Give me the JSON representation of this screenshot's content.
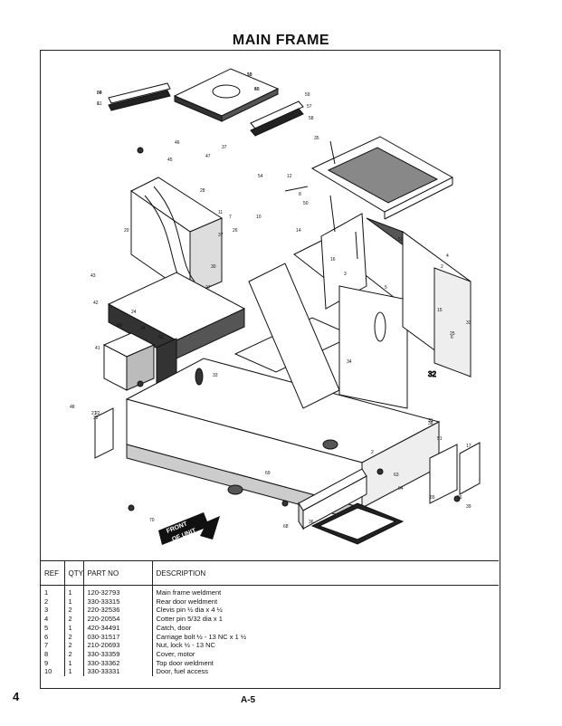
{
  "page": {
    "title": "MAIN FRAME",
    "page_number_left": "4",
    "page_number_right": "A-5"
  },
  "diagram": {
    "front_label_line1": "FRONT",
    "front_label_line2": "OF UNIT",
    "callouts": [
      "60",
      "61",
      "55",
      "56",
      "59",
      "57",
      "58",
      "35",
      "46",
      "37",
      "45",
      "47",
      "54",
      "12",
      "8",
      "50",
      "28",
      "11",
      "7",
      "26",
      "37",
      "10",
      "20",
      "30",
      "27",
      "14",
      "16",
      "3",
      "5",
      "53",
      "4",
      "2",
      "43",
      "42",
      "41",
      "24",
      "34",
      "69",
      "62",
      "15",
      "25",
      "33",
      "6",
      "34",
      "33",
      "31",
      "48",
      "22",
      "32",
      "2",
      "38",
      "51",
      "17",
      "63",
      "64",
      "65",
      "66",
      "39",
      "36",
      "68",
      "69",
      "70",
      "21",
      "34",
      "1",
      "18",
      "40"
    ],
    "callout_32_big": "32"
  },
  "parts_table": {
    "headers": {
      "ref": "REF",
      "qty": "QTY",
      "part_no": "PART NO",
      "description": "DESCRIPTION"
    },
    "rows": [
      {
        "ref": "1",
        "qty": "1",
        "part_no": "120-32793",
        "description": "Main frame weldment"
      },
      {
        "ref": "2",
        "qty": "1",
        "part_no": "330-33315",
        "description": "Rear door weldment"
      },
      {
        "ref": "3",
        "qty": "2",
        "part_no": "220-32536",
        "description": "Clevis pin ½ dia x 4 ½"
      },
      {
        "ref": "4",
        "qty": "2",
        "part_no": "220-20554",
        "description": "Cotter pin 5/32 dia x 1"
      },
      {
        "ref": "5",
        "qty": "1",
        "part_no": "420-34491",
        "description": "Catch, door"
      },
      {
        "ref": "6",
        "qty": "2",
        "part_no": "030-31517",
        "description": "Carriage bolt ½ - 13 NC x 1 ½"
      },
      {
        "ref": "7",
        "qty": "2",
        "part_no": "210-20693",
        "description": "Nut, lock ½ - 13 NC"
      },
      {
        "ref": "8",
        "qty": "2",
        "part_no": "330-33359",
        "description": "Cover, motor"
      },
      {
        "ref": "9",
        "qty": "1",
        "part_no": "330-33362",
        "description": "Top door weldment"
      },
      {
        "ref": "10",
        "qty": "1",
        "part_no": "330-33331",
        "description": "Door, fuel access"
      }
    ]
  }
}
